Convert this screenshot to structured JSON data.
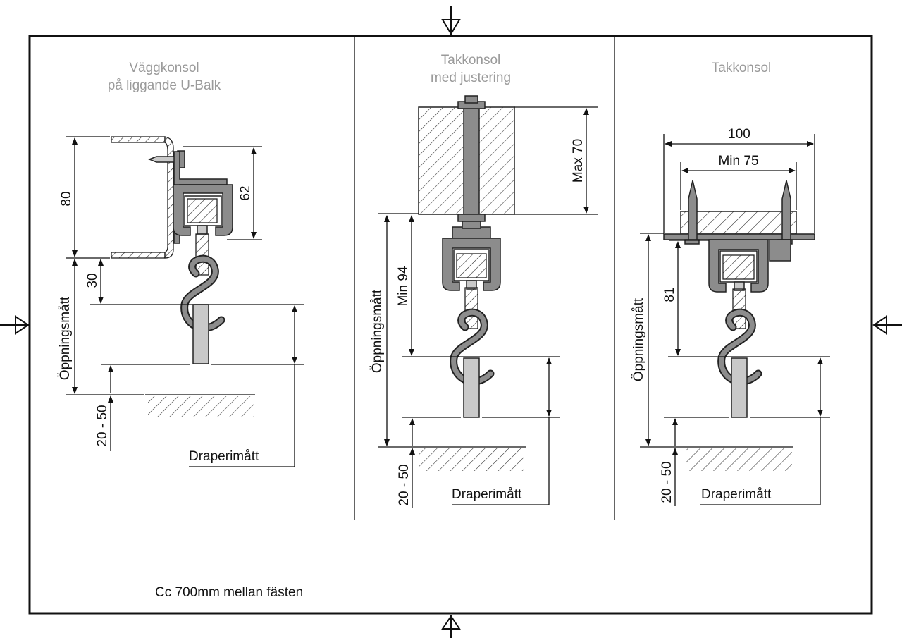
{
  "panels": [
    {
      "title_line1": "Väggkonsol",
      "title_line2": "på liggande U-Balk",
      "dims": {
        "height": "80",
        "carrier": "62",
        "gap": "30",
        "opening": "Öppningsmått",
        "floor": "20 - 50",
        "drape": "Draperimått"
      }
    },
    {
      "title_line1": "Takkonsol",
      "title_line2": "med justering",
      "dims": {
        "beam": "Max 70",
        "min": "Min 94",
        "opening": "Öppningsmått",
        "floor": "20 - 50",
        "drape": "Draperimått"
      }
    },
    {
      "title_line1": "Takkonsol",
      "title_line2": "",
      "dims": {
        "width": "100",
        "minwidth": "Min 75",
        "height": "81",
        "opening": "Öppningsmått",
        "floor": "20 - 50",
        "drape": "Draperimått"
      }
    }
  ],
  "footnote": "Cc 700mm mellan fästen",
  "colors": {
    "part": "#8c8c8c",
    "light": "#c9c9c9",
    "title": "#9a9a9a"
  }
}
